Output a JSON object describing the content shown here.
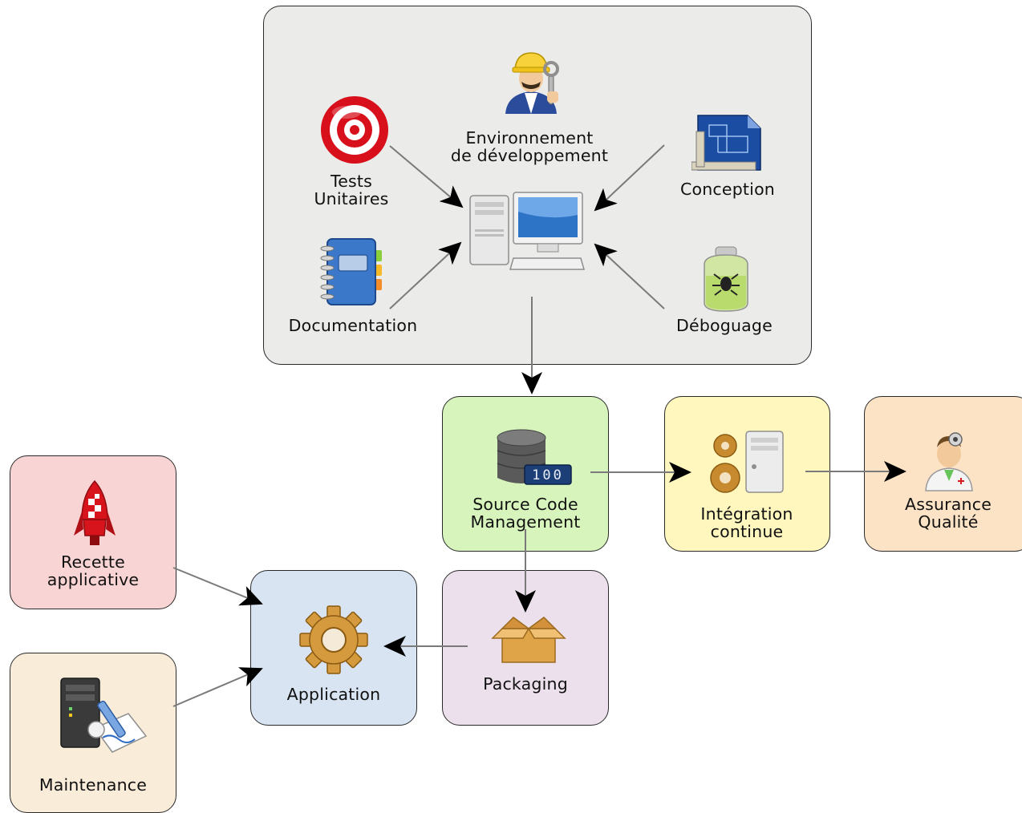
{
  "diagram": {
    "dev_group": {
      "items": {
        "environment": "Environnement\nde développement",
        "tests": "Tests\nUnitaires",
        "conception": "Conception",
        "documentation": "Documentation",
        "debug": "Déboguage"
      }
    },
    "nodes": {
      "scm": "Source Code\nManagement",
      "ci": "Intégration\ncontinue",
      "qa": "Assurance\nQualité",
      "recette": "Recette\napplicative",
      "application": "Application",
      "packaging": "Packaging",
      "maintenance": "Maintenance"
    },
    "scm_counter": "100",
    "colors": {
      "dev_group": "#ebebe9",
      "scm": "#d6f4bb",
      "ci": "#fff7bd",
      "qa": "#fde3c6",
      "recette": "#f9d4d4",
      "application": "#d8e4f1",
      "packaging": "#ebe0eb",
      "maintenance": "#f9ecd9"
    },
    "icons": {
      "environment": "engineer-icon",
      "tests": "target-icon",
      "conception": "blueprint-icon",
      "documentation": "notebook-icon",
      "debug": "bug-jar-icon",
      "workstation": "computer-icon",
      "scm": "database-icon",
      "ci": "gears-server-icon",
      "qa": "doctor-icon",
      "recette": "rocket-icon",
      "application": "gear-icon",
      "packaging": "box-icon",
      "maintenance": "server-pen-icon"
    }
  }
}
